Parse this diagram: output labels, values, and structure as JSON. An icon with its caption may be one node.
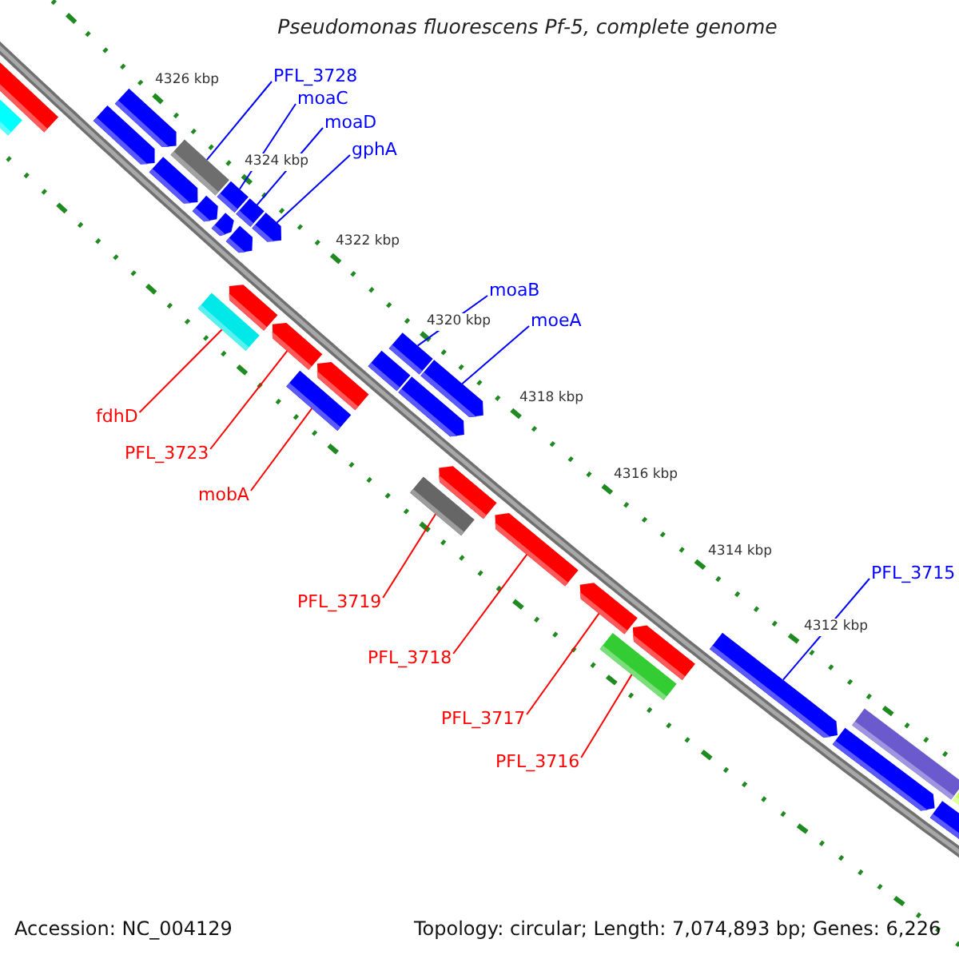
{
  "diagram": {
    "title": "Pseudomonas fluorescens Pf-5, complete genome",
    "nodes": [
      {
        "text": [
          "PFL_3728"
        ]
      },
      {
        "text": [
          "moaC"
        ]
      },
      {
        "text": [
          "moaD"
        ]
      },
      {
        "text": [
          "gphA"
        ]
      },
      {
        "text": [
          "moaB"
        ]
      },
      {
        "text": [
          "moeA"
        ]
      },
      {
        "text": [
          "fdhD"
        ]
      },
      {
        "text": [
          "PFL_3723"
        ]
      },
      {
        "text": [
          "mobA"
        ]
      },
      {
        "text": [
          "PFL_3715"
        ]
      },
      {
        "text": [
          "PFL_3719"
        ]
      },
      {
        "text": [
          "PFL_3718"
        ]
      },
      {
        "text": [
          "PFL_3717"
        ]
      },
      {
        "text": [
          "PFL_3716"
        ]
      },
      {
        "text": [],
        "shape": "bar"
      },
      {
        "text": [],
        "shape": "bar"
      },
      {
        "text": [],
        "shape": "bar"
      },
      {
        "text": [],
        "shape": "arrow"
      },
      {
        "text": [],
        "shape": "bar"
      },
      {
        "text": [],
        "shape": "arrow"
      },
      {
        "text": [],
        "shape": "bar"
      },
      {
        "text": [],
        "shape": "arrow"
      },
      {
        "text": [],
        "shape": "bar"
      },
      {
        "text": [],
        "shape": "arrow"
      },
      {
        "text": [],
        "shape": "bar"
      },
      {
        "text": [],
        "shape": "arrow"
      },
      {
        "text": [],
        "shape": "arrow"
      },
      {
        "text": [],
        "shape": "bar"
      },
      {
        "text": [],
        "shape": "arrow"
      },
      {
        "text": [],
        "shape": "bar"
      },
      {
        "text": [],
        "shape": "arrow"
      },
      {
        "text": [],
        "shape": "arrow"
      },
      {
        "text": [],
        "shape": "arrow"
      },
      {
        "text": [],
        "shape": "arrow"
      },
      {
        "text": [],
        "shape": "arrow"
      },
      {
        "text": [],
        "shape": "arrow"
      },
      {
        "text": [],
        "shape": "arrow"
      },
      {
        "text": [],
        "shape": "arrow"
      },
      {
        "text": [],
        "shape": "bar"
      },
      {
        "text": [],
        "shape": "arrow"
      },
      {
        "text": [],
        "shape": "arrow"
      },
      {
        "text": [],
        "shape": "arrow"
      },
      {
        "text": [],
        "shape": "arrow"
      },
      {
        "text": [],
        "shape": "bar"
      },
      {
        "text": [],
        "shape": "arrow"
      },
      {
        "text": [],
        "shape": "bar"
      }
    ],
    "edges": [
      {
        "from": 0,
        "to": 14,
        "arrow": "none",
        "color": "#0000ff"
      },
      {
        "from": 1,
        "to": 15,
        "arrow": "none",
        "color": "#0000ff"
      },
      {
        "from": 2,
        "to": 16,
        "arrow": "none",
        "color": "#0000ff"
      },
      {
        "from": 3,
        "to": 17,
        "arrow": "none",
        "color": "#0000ff"
      },
      {
        "from": 4,
        "to": 18,
        "arrow": "none",
        "color": "#0000ff"
      },
      {
        "from": 5,
        "to": 19,
        "arrow": "none",
        "color": "#0000ff"
      },
      {
        "from": 6,
        "to": 20,
        "arrow": "none",
        "color": "#ff0000"
      },
      {
        "from": 7,
        "to": 21,
        "arrow": "none",
        "color": "#ff0000"
      },
      {
        "from": 8,
        "to": 22,
        "arrow": "none",
        "color": "#ff0000"
      },
      {
        "from": 9,
        "to": 23,
        "arrow": "none",
        "color": "#0000ff"
      },
      {
        "from": 10,
        "to": 24,
        "arrow": "none",
        "color": "#ff0000"
      },
      {
        "from": 11,
        "to": 25,
        "arrow": "none",
        "color": "#ff0000"
      },
      {
        "from": 12,
        "to": 26,
        "arrow": "none",
        "color": "#ff0000"
      },
      {
        "from": 13,
        "to": 27,
        "arrow": "none",
        "color": "#ff0000"
      }
    ],
    "labels": [
      "4326 kbp",
      "4324 kbp",
      "4322 kbp",
      "4320 kbp",
      "4318 kbp",
      "4316 kbp",
      "4314 kbp",
      "4312 kbp",
      "Accession: NC_004129",
      "Topology: circular; Length: 7,074,893 bp; Genes: 6,226"
    ]
  }
}
